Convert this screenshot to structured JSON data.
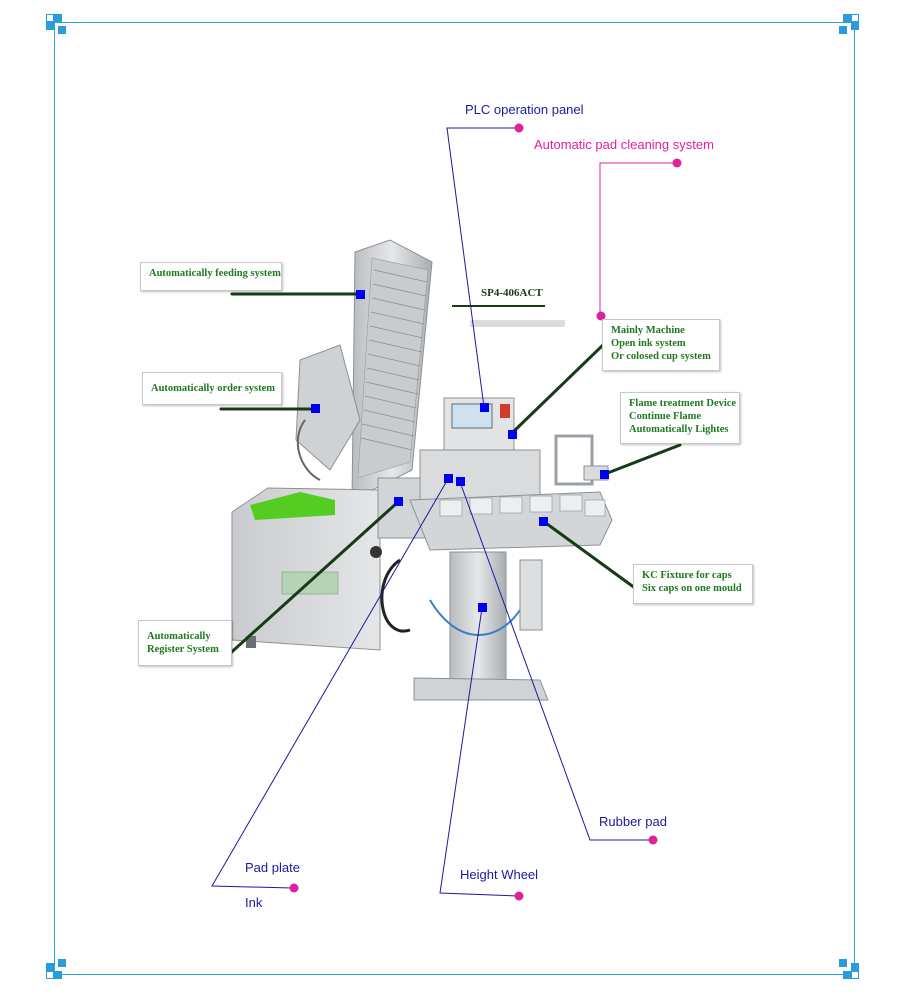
{
  "boxes": [
    {
      "lines": [
        "Automatically feeding system"
      ]
    },
    {
      "lines": [
        "Automatically order system"
      ]
    },
    {
      "lines": [
        "Mainly Machine",
        "Open ink system",
        "Or colosed cup system"
      ]
    },
    {
      "lines": [
        "Flame treatment Device",
        "Continue Flame",
        "Automatically Lightes"
      ]
    },
    {
      "lines": [
        "KC Fixture for caps",
        "Six caps on one mould"
      ]
    },
    {
      "lines": [
        "Automatically",
        "Register System"
      ]
    }
  ],
  "labels": {
    "plc": "PLC operation panel",
    "cleaning": "Automatic pad cleaning system",
    "rubber_pad": "Rubber pad",
    "pad_plate": "Pad plate",
    "ink": "Ink",
    "height_wheel": "Height Wheel"
  },
  "model": "SP4-406ACT",
  "colors": {
    "frame": "#2aa5d6",
    "blue_label": "#1a1aa0",
    "pink_label": "#e0209c",
    "box_text": "#1f7a1f",
    "marker": "#0000ee",
    "machine_base": "#d8dadc",
    "green_tray": "#55cc22"
  }
}
